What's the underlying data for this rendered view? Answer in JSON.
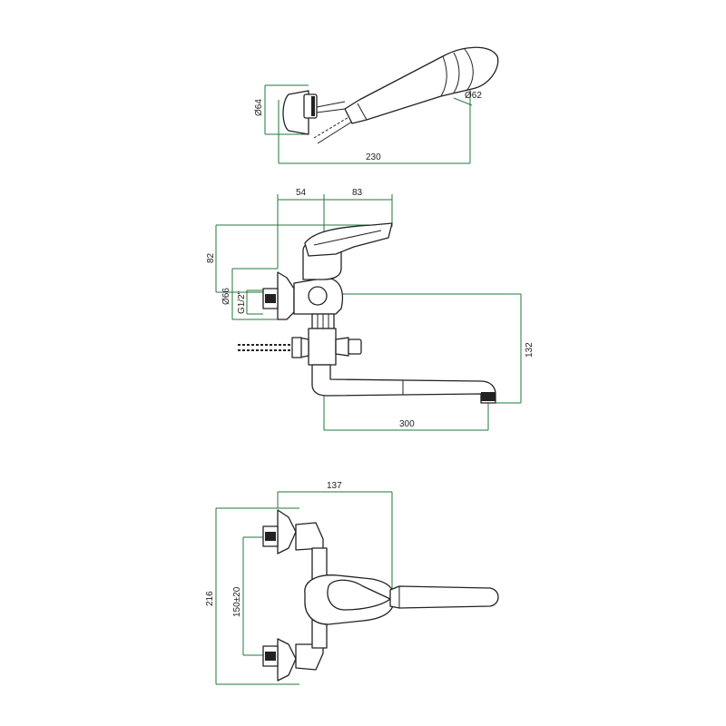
{
  "colors": {
    "dimension_line": "#1f7a3a",
    "outline": "#222222",
    "background": "#ffffff"
  },
  "shower_view": {
    "dim_head_diameter": "Ø64",
    "dim_spray_diameter": "Ø62",
    "dim_length": "230"
  },
  "side_view": {
    "dim_offset": "54",
    "dim_handle": "83",
    "dim_height": "82",
    "dim_body_diameter": "Ø66",
    "dim_thread": "G1/2\"",
    "dim_spout_drop": "132",
    "dim_spout_reach": "300"
  },
  "top_view": {
    "dim_depth": "137",
    "dim_total_height": "216",
    "dim_centers": "150±20"
  }
}
